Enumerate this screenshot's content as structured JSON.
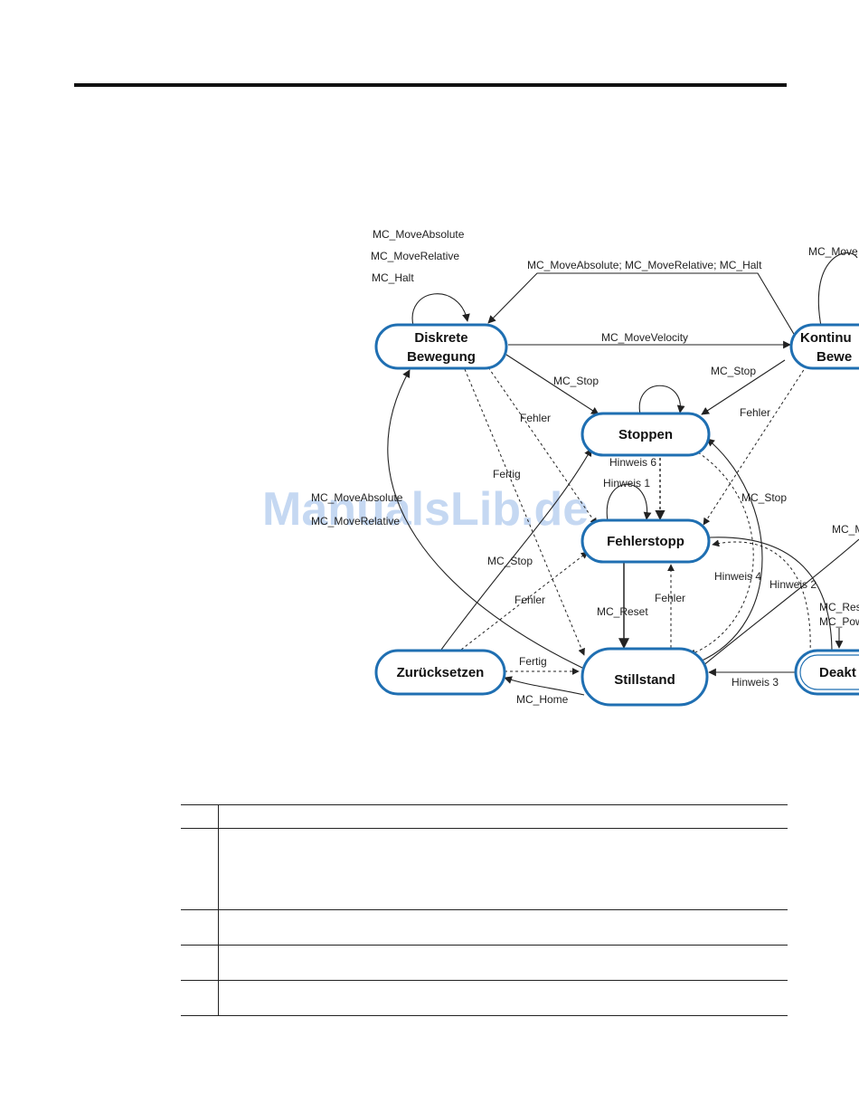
{
  "states": {
    "discrete_line1": "Diskrete",
    "discrete_line2": "Bewegung",
    "continuous_line1": "Kontinu",
    "continuous_line2": "Bewe",
    "stopping": "Stoppen",
    "errorstop": "Fehlerstopp",
    "standstill": "Stillstand",
    "homing": "Zurücksetzen",
    "disabled": "Deakt"
  },
  "labels": {
    "discrete_self_1": "MC_MoveAbsolute",
    "discrete_self_2": "MC_MoveRelative",
    "discrete_self_3": "MC_Halt",
    "cont_to_discrete": "MC_MoveAbsolute; MC_MoveRelative; MC_Halt",
    "discrete_to_cont": "MC_MoveVelocity",
    "continuous_self": "MC_Move",
    "discrete_stop": "MC_Stop",
    "continuous_stop": "MC_Stop",
    "fehler_discrete": "Fehler",
    "fehler_continuous": "Fehler",
    "hinweis6": "Hinweis 6",
    "hinweis1": "Hinweis 1",
    "fertig_discrete": "Fertig",
    "standstill_move_1": "MC_MoveAbsolute",
    "standstill_move_2": "MC_MoveRelative",
    "homing_stop": "MC_Stop",
    "fehler_homing": "Fehler",
    "mc_reset": "MC_Reset",
    "fehler_standstill": "Fehler",
    "hinweis4": "Hinweis 4",
    "hinweis2": "Hinweis 2",
    "standstill_stop": "MC_Stop",
    "right_move": "MC_M",
    "mc_reset_right": "MC_Res",
    "mc_power_right": "MC_Pow",
    "fertig_homing": "Fertig",
    "mc_home": "MC_Home",
    "hinweis3": "Hinweis 3"
  },
  "watermark": "ManualsLib.de",
  "colors": {
    "state_border": "#1f6fb2",
    "line": "#222222"
  },
  "table": {
    "rows": [
      {
        "c1": "",
        "c2": ""
      },
      {
        "c1": "",
        "c2": ""
      },
      {
        "c1": "",
        "c2": ""
      },
      {
        "c1": "",
        "c2": ""
      },
      {
        "c1": "",
        "c2": ""
      }
    ]
  }
}
